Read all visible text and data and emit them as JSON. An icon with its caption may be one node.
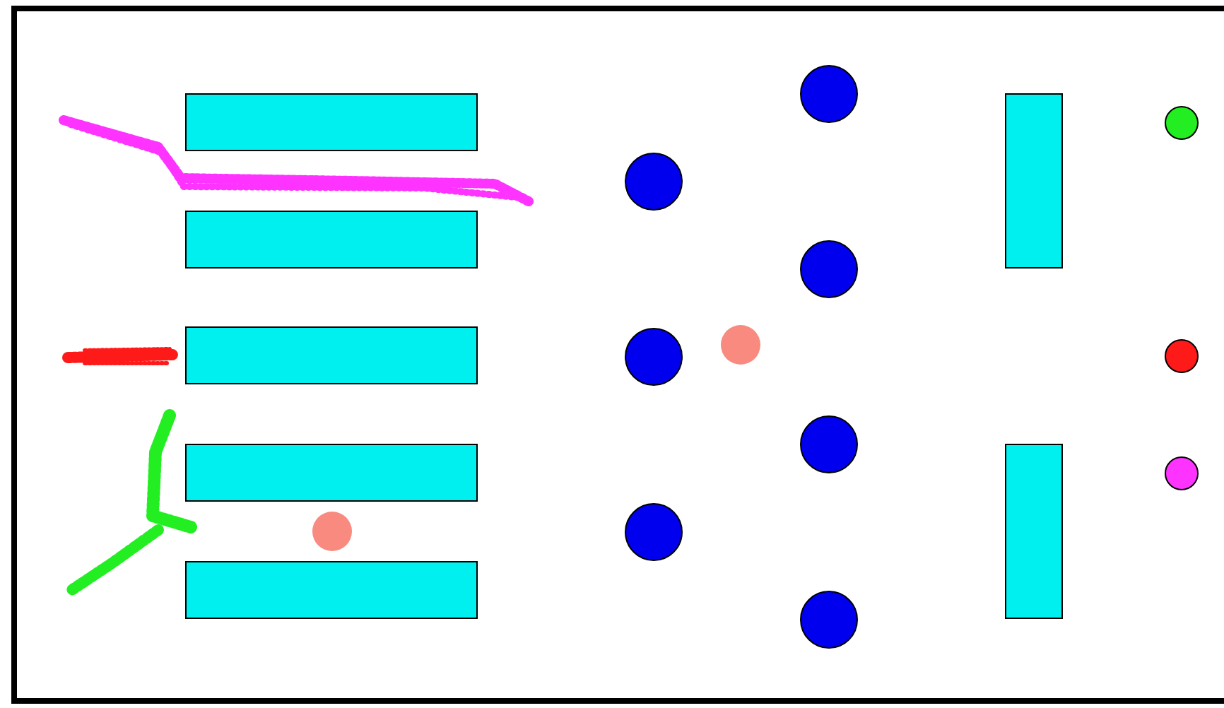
{
  "diagram": {
    "nodes": [
      {
        "text": [],
        "shape": "box"
      },
      {
        "text": [],
        "shape": "box"
      },
      {
        "text": [],
        "shape": "box"
      },
      {
        "text": [],
        "shape": "box"
      },
      {
        "text": [],
        "shape": "box"
      },
      {
        "text": [],
        "shape": "circle"
      },
      {
        "text": [],
        "shape": "circle"
      },
      {
        "text": [],
        "shape": "circle"
      },
      {
        "text": [],
        "shape": "circle"
      },
      {
        "text": [],
        "shape": "circle"
      },
      {
        "text": [],
        "shape": "circle"
      },
      {
        "text": [],
        "shape": "circle"
      },
      {
        "text": [],
        "shape": "box"
      },
      {
        "text": [],
        "shape": "box"
      },
      {
        "text": [],
        "shape": "circle"
      },
      {
        "text": [],
        "shape": "circle"
      },
      {
        "text": [],
        "shape": "circle"
      },
      {
        "text": [],
        "shape": "circle"
      },
      {
        "text": [],
        "shape": "circle"
      }
    ]
  }
}
